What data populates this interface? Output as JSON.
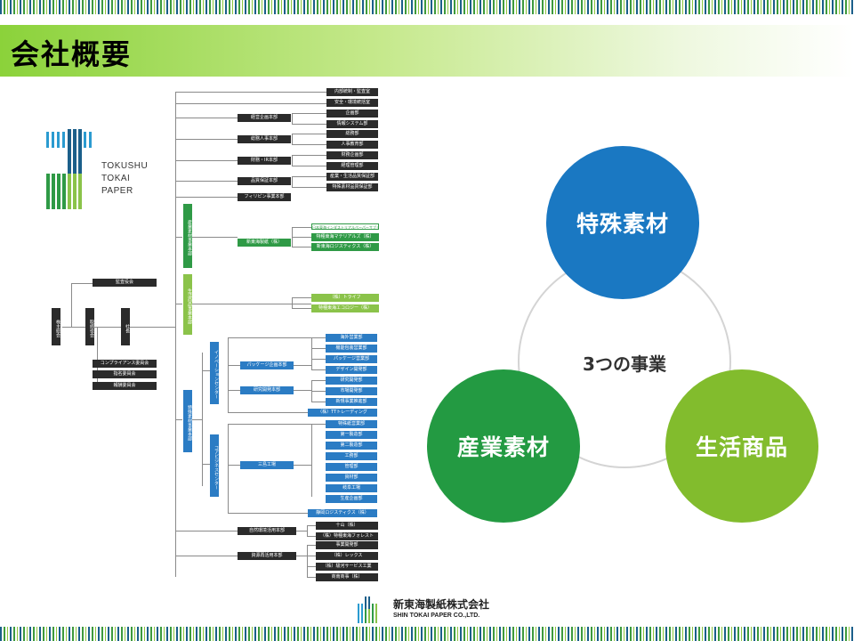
{
  "slide": {
    "title": "会社概要"
  },
  "logo": {
    "line1": "TOKUSHU",
    "line2": "TOKAI",
    "line3": "PAPER"
  },
  "org": {
    "shareholders": "株主総会",
    "board": "取締役会",
    "president": "社長",
    "auditors": "監査役会",
    "committees": [
      "コンプライアンス委員会",
      "指名委員会",
      "報酬委員会"
    ],
    "top_right": [
      "内部統制・監査室",
      "安全・環境統括室"
    ],
    "mgmt_planning": {
      "name": "経営企画本部",
      "children": [
        "企画部",
        "情報システム部"
      ]
    },
    "general_hr": {
      "name": "総務人事本部",
      "children": [
        "総務部",
        "人事教育部"
      ]
    },
    "finance_ir": {
      "name": "財務・IR本部",
      "children": [
        "財務企画部",
        "経理管理部"
      ]
    },
    "quality": {
      "name": "品質保証本部",
      "children": [
        "産業・生活品質保証部",
        "特殊素材品質保証部"
      ]
    },
    "philippines": "フィリピン事業本部",
    "industrial_division": "産業素材事業本部",
    "shin_tokai": "新東海製紙（株）",
    "shin_tokai_children": [
      "日本東海インダストリアルペーパーサプライ（株）",
      "特種東海マテリアルズ（株）",
      "新東海ロジスティクス（株）"
    ],
    "life_division": "生活商品事業本部",
    "life_children": [
      "（株）トライフ",
      "特種東海エコロジー（株）"
    ],
    "special_division": "特殊素材事業本部",
    "innovation_center": "イノベーションセンター",
    "package_hq": {
      "name": "パッケージ企画本部",
      "children": [
        "海外営業部",
        "機能包装営業部",
        "パッケージ営業部",
        "デザイン開発部"
      ]
    },
    "rnd_hq": {
      "name": "研究開発本部",
      "children": [
        "研究開発部",
        "市場開発部",
        "新規事業推進部"
      ]
    },
    "tt_trading": "（株）TTトレーディング",
    "core_center": "コアビジネスセンター",
    "mishima": {
      "name": "三島工場",
      "children": [
        "特殊紙営業部",
        "第一製造部",
        "第二製造部",
        "工務部",
        "管理部",
        "資材部",
        "岐阜工場",
        "生産企画部"
      ]
    },
    "shizuoka_logistics": "静岡ロジスティクス（株）",
    "env_hq": {
      "name": "自然環境活用本部",
      "children": [
        "十山（株）",
        "（株）特種東海フォレスト"
      ]
    },
    "resource_hq": {
      "name": "資源再活用本部",
      "children": [
        "事業開発部",
        "（株）レックス",
        "（株）駿河サービス工業",
        "商南商事（株）"
      ]
    }
  },
  "businesses": {
    "center_label": "3つの事業",
    "special": "特殊素材",
    "industrial": "産業素材",
    "life": "生活商品",
    "colors": {
      "special": "#1a78c2",
      "industrial": "#239a42",
      "life": "#82bc2d"
    }
  },
  "company": {
    "name_jp": "新東海製紙株式会社",
    "name_en": "SHIN TOKAI PAPER CO.,LTD."
  }
}
